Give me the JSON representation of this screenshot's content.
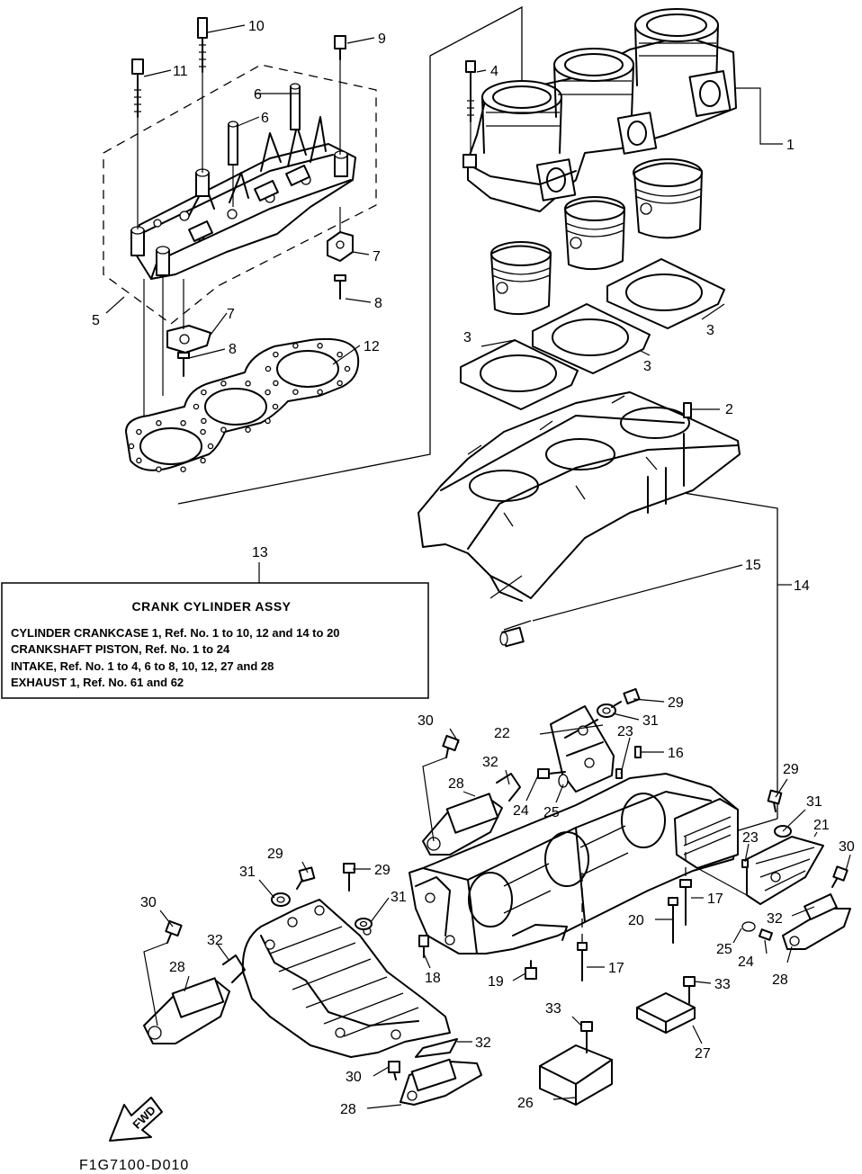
{
  "diagram_code": "F1G7100-D010",
  "fwd_label": "FWD",
  "note": {
    "ref_number": "13",
    "title": "CRANK CYLINDER ASSY",
    "lines": [
      "CYLINDER CRANKCASE 1, Ref. No. 1 to 10, 12 and 14 to 20",
      "CRANKSHAFT PISTON,   Ref. No. 1 to 24",
      "INTAKE,  Ref. No. 1 to 4, 6 to 8, 10, 12, 27 and 28",
      "EXHAUST 1,   Ref. No. 61 and 62"
    ]
  },
  "callouts": [
    {
      "id": "c1",
      "text": "1"
    },
    {
      "id": "c2",
      "text": "2"
    },
    {
      "id": "c3a",
      "text": "3"
    },
    {
      "id": "c3b",
      "text": "3"
    },
    {
      "id": "c3c",
      "text": "3"
    },
    {
      "id": "c4",
      "text": "4"
    },
    {
      "id": "c5",
      "text": "5"
    },
    {
      "id": "c6a",
      "text": "6"
    },
    {
      "id": "c6b",
      "text": "6"
    },
    {
      "id": "c7a",
      "text": "7"
    },
    {
      "id": "c7b",
      "text": "7"
    },
    {
      "id": "c8a",
      "text": "8"
    },
    {
      "id": "c8b",
      "text": "8"
    },
    {
      "id": "c9",
      "text": "9"
    },
    {
      "id": "c10",
      "text": "10"
    },
    {
      "id": "c11",
      "text": "11"
    },
    {
      "id": "c12",
      "text": "12"
    },
    {
      "id": "c14",
      "text": "14"
    },
    {
      "id": "c15",
      "text": "15"
    },
    {
      "id": "c16",
      "text": "16"
    },
    {
      "id": "c17a",
      "text": "17"
    },
    {
      "id": "c17b",
      "text": "17"
    },
    {
      "id": "c18",
      "text": "18"
    },
    {
      "id": "c19",
      "text": "19"
    },
    {
      "id": "c20",
      "text": "20"
    },
    {
      "id": "c21",
      "text": "21"
    },
    {
      "id": "c22",
      "text": "22"
    },
    {
      "id": "c23a",
      "text": "23"
    },
    {
      "id": "c23b",
      "text": "23"
    },
    {
      "id": "c24a",
      "text": "24"
    },
    {
      "id": "c24b",
      "text": "24"
    },
    {
      "id": "c25a",
      "text": "25"
    },
    {
      "id": "c25b",
      "text": "25"
    },
    {
      "id": "c26",
      "text": "26"
    },
    {
      "id": "c27",
      "text": "27"
    },
    {
      "id": "c28a",
      "text": "28"
    },
    {
      "id": "c28b",
      "text": "28"
    },
    {
      "id": "c28c",
      "text": "28"
    },
    {
      "id": "c28d",
      "text": "28"
    },
    {
      "id": "c29a",
      "text": "29"
    },
    {
      "id": "c29b",
      "text": "29"
    },
    {
      "id": "c29c",
      "text": "29"
    },
    {
      "id": "c29d",
      "text": "29"
    },
    {
      "id": "c30a",
      "text": "30"
    },
    {
      "id": "c30b",
      "text": "30"
    },
    {
      "id": "c30c",
      "text": "30"
    },
    {
      "id": "c30d",
      "text": "30"
    },
    {
      "id": "c31a",
      "text": "31"
    },
    {
      "id": "c31b",
      "text": "31"
    },
    {
      "id": "c31c",
      "text": "31"
    },
    {
      "id": "c31d",
      "text": "31"
    },
    {
      "id": "c32a",
      "text": "32"
    },
    {
      "id": "c32b",
      "text": "32"
    },
    {
      "id": "c32c",
      "text": "32"
    },
    {
      "id": "c32d",
      "text": "32"
    },
    {
      "id": "c33a",
      "text": "33"
    },
    {
      "id": "c33b",
      "text": "33"
    }
  ]
}
